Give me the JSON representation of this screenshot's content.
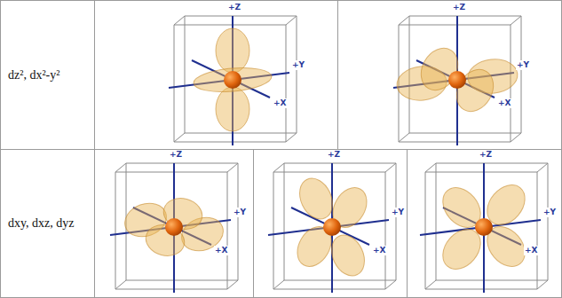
{
  "diagram": {
    "nodes": [
      {
        "text": [
          "dz², dx²-y²"
        ]
      },
      {
        "text": [
          "dxy, dxz, dyz"
        ]
      }
    ],
    "labels": [
      "+Z",
      "+Y",
      "+X",
      "+Z",
      "+Y",
      "+X",
      "+Z",
      "+Y",
      "+X",
      "+Z",
      "+Y",
      "+X",
      "+Z",
      "+Y",
      "+X"
    ]
  }
}
